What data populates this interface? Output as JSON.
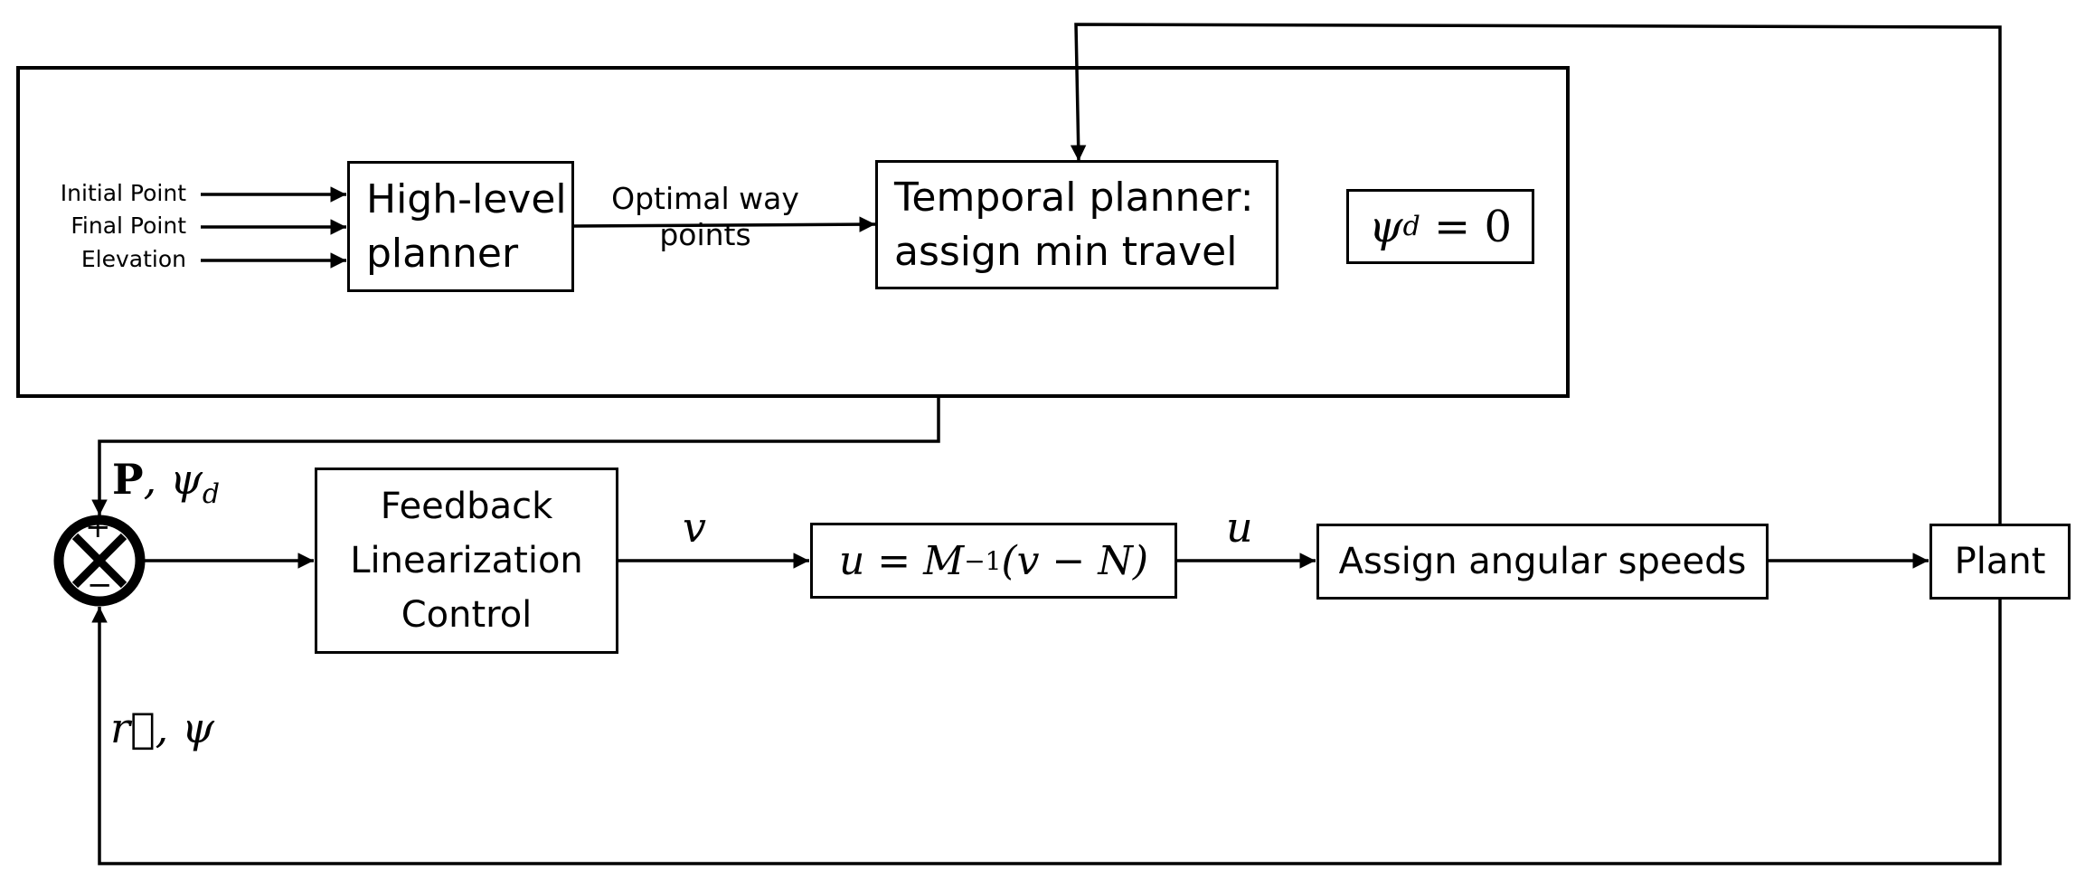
{
  "inputs": [
    "Initial Point",
    "Final Point",
    "Elevation"
  ],
  "blocks": {
    "high_level": [
      "High-level",
      "planner"
    ],
    "temporal": [
      "Temporal planner:",
      "assign min travel"
    ],
    "psi_box": {
      "sym": "ψ",
      "sub": "d",
      "rest": " = 0"
    },
    "feedback": [
      "Feedback",
      "Linearization",
      "Control"
    ],
    "inverse": {
      "pre": "u = M",
      "sup": "−1",
      "post": "(v − N)"
    },
    "assign": "Assign angular speeds",
    "plant": "Plant"
  },
  "labels": {
    "optimal": [
      "Optimal way",
      "points"
    ],
    "v": "v",
    "u": "u",
    "ref": {
      "bold": "P",
      "rest": ", ψ",
      "sub": "d"
    },
    "feedback_signal": {
      "vec": "r⃗",
      "rest": ", ψ"
    }
  },
  "summing": {
    "plus": "+",
    "minus": "−"
  }
}
